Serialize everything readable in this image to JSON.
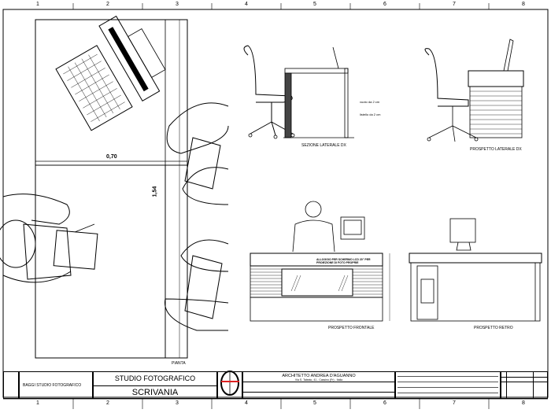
{
  "grid_columns": [
    "1",
    "2",
    "3",
    "4",
    "5",
    "6",
    "7",
    "8"
  ],
  "plan": {
    "width_dim": "0,70",
    "depth_dim": "1,54",
    "label": "PIANTA"
  },
  "section": {
    "label": "SEZIONE LATERALE DX",
    "note_void": "vuoto da 2 cm",
    "note_strip": "listello da 2 cm"
  },
  "side_elevation": {
    "label": "PROSPETTO LATERALE DX"
  },
  "front_elevation": {
    "label": "PROSPETTO FRONTALE",
    "note": "ALLOGGIO PER SCHERMO LCD 20\" PER PROIEZIONE DI FOTO PROPRIE"
  },
  "rear_elevation": {
    "label": "PROSPETTO RETRO"
  },
  "title_block": {
    "client": "BAGGI STUDIO FOTOGRAFICO",
    "project": "STUDIO FOTOGRAFICO",
    "subject": "SCRIVANIA",
    "architect": "ARCHITETTO ANDREA D'AGUANNO",
    "address": "Via S. Taleato, 41 - Cassino (Fr) - Italia"
  }
}
